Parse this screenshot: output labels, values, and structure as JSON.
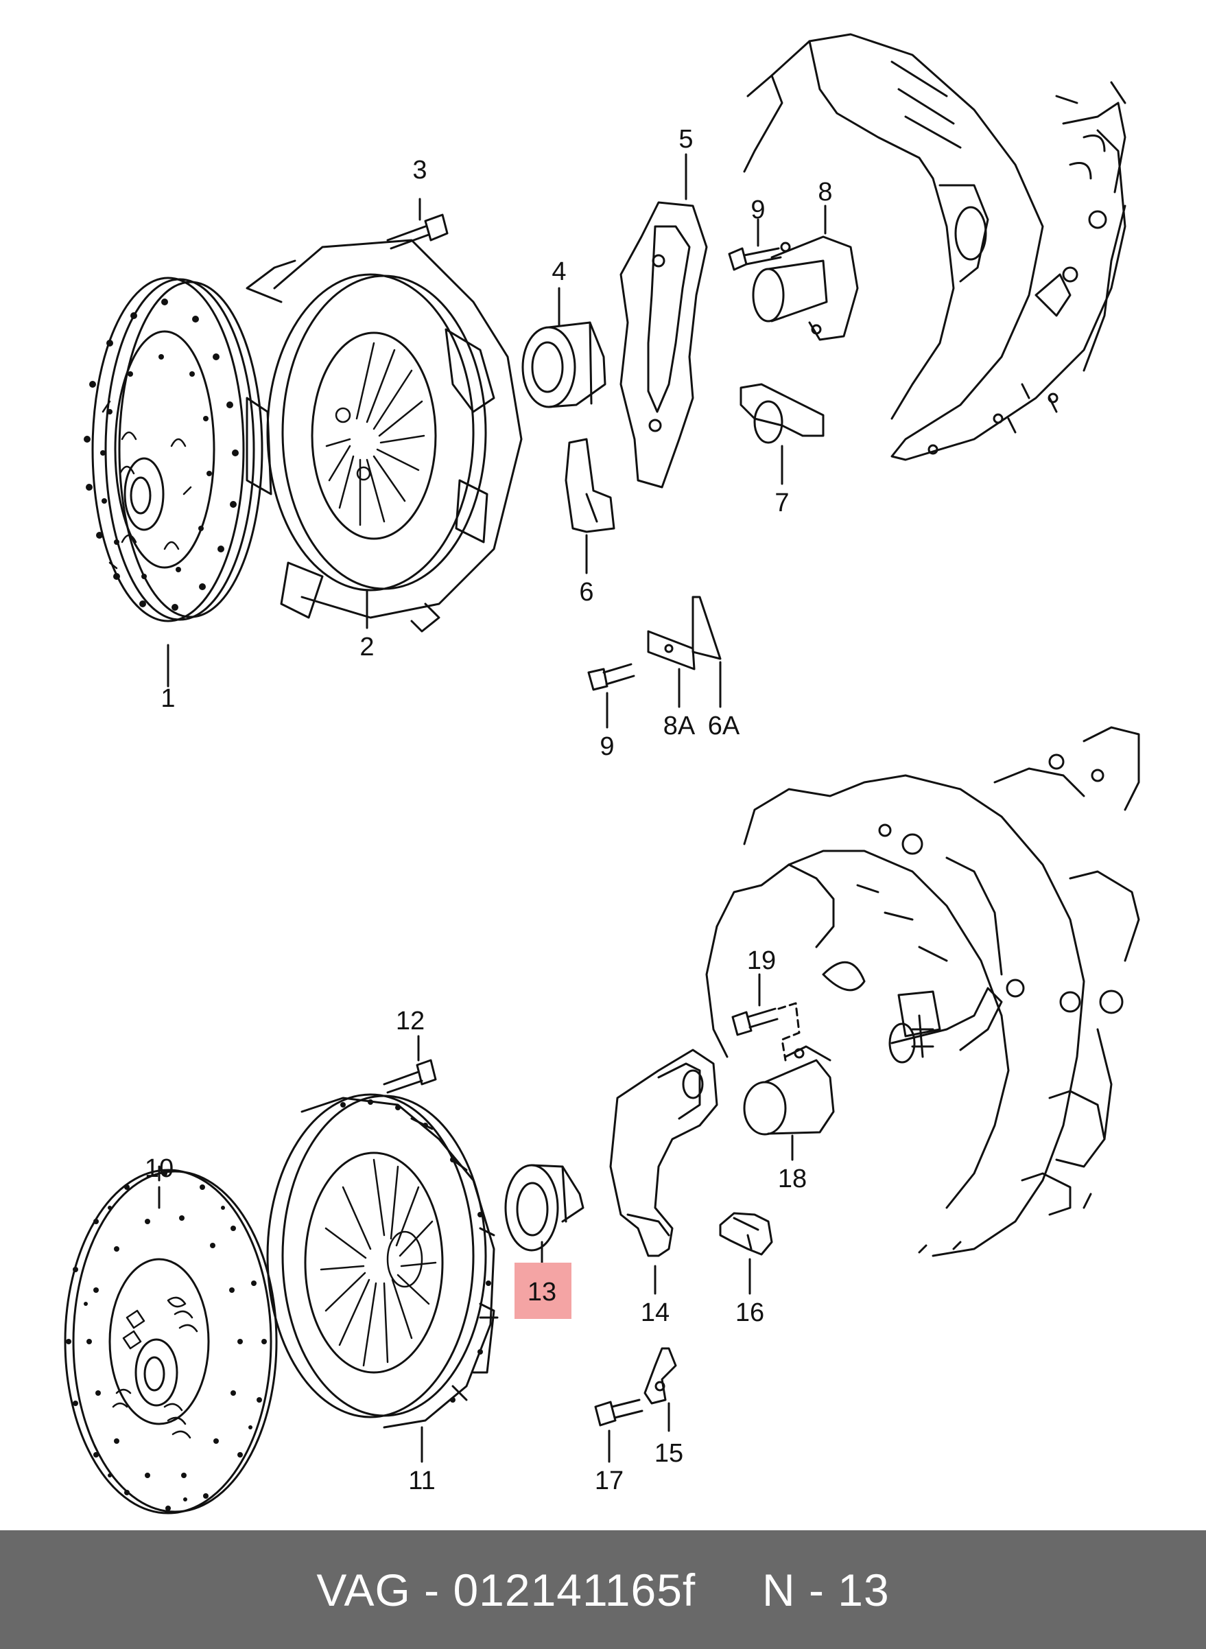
{
  "diagram": {
    "callouts": {
      "p1": "1",
      "p2": "2",
      "p3": "3",
      "p4": "4",
      "p5": "5",
      "p6": "6",
      "p6a": "6A",
      "p7": "7",
      "p8": "8",
      "p8a": "8A",
      "p9a": "9",
      "p9b": "9",
      "p10": "10",
      "p11": "11",
      "p12": "12",
      "p13": "13",
      "p14": "14",
      "p15": "15",
      "p16": "16",
      "p17": "17",
      "p18": "18",
      "p19": "19"
    },
    "highlight_color": "#f4a4a4"
  },
  "footer": {
    "text": "VAG - 012141165f     N - 13"
  }
}
